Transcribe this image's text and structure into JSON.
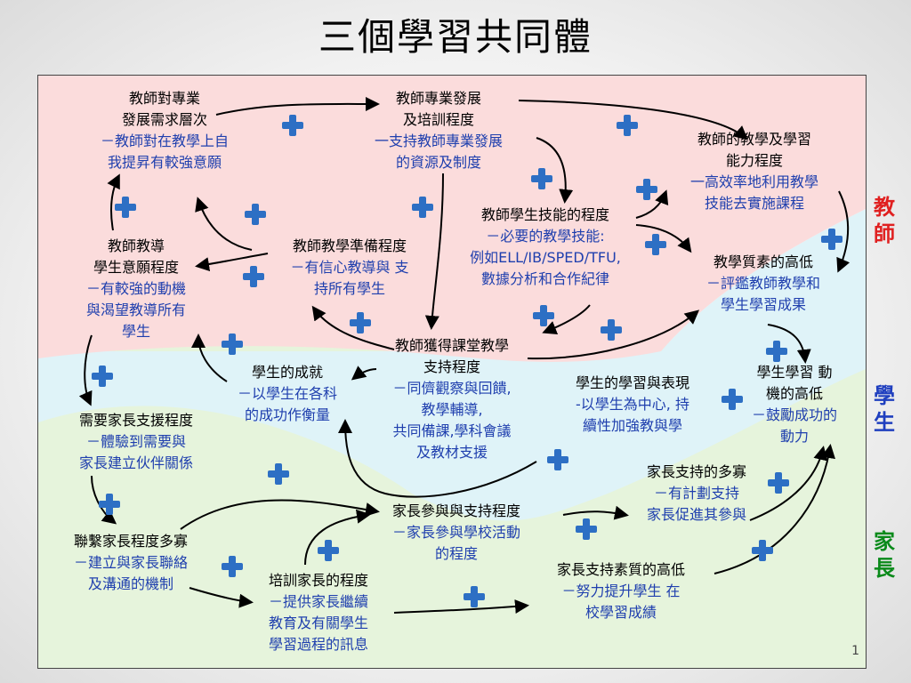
{
  "title": "三個學習共同體",
  "side_labels": {
    "teacher": {
      "text": "教師",
      "color": "#e02020"
    },
    "student": {
      "text": "學生",
      "color": "#1f3fbf"
    },
    "parent": {
      "text": "家長",
      "color": "#0a8a1a"
    }
  },
  "nodes": {
    "n1": {
      "l1": "教師對專業",
      "l2": "發展需求層次",
      "b1": "－教師對在教學上自",
      "b2": "我提昇有較強意願"
    },
    "n2": {
      "l1": "教師專業發展",
      "l2": "及培訓程度",
      "b1": "一支持教師專業發展",
      "b2": "的資源及制度"
    },
    "n3": {
      "l1": "教師的教學及學習",
      "l2": "能力程度",
      "b1": "一高效率地利用教學",
      "b2": "技能去實施課程"
    },
    "n4": {
      "l1": "教師教導",
      "l2": "學生意願程度",
      "b1": "－有較強的動機",
      "b2": "與渴望教導所有",
      "b3": "學生"
    },
    "n5": {
      "l1": "教師教學準備程度",
      "b1": "－有信心教導與  支",
      "b2": "持所有學生"
    },
    "n6": {
      "l1": "教師學生技能的程度",
      "b1": "－必要的教學技能:",
      "b2": "例如ELL/IB/SPED/TFU,",
      "b3": "數據分析和合作紀律"
    },
    "n7": {
      "l1": "教學質素的高低",
      "b1": "－評鑑教師教學和",
      "b2": "學生學習成果"
    },
    "n8": {
      "l1": "教師獲得課堂教學",
      "l2": "支持程度",
      "b1": "－同儕觀察與回饋,",
      "b2": "教學輔導,",
      "b3": "共同備課,學科會議",
      "b4": "及教材支援"
    },
    "n9": {
      "l1": "學生的成就",
      "b1": "－以學生在各科",
      "b2": "的成功作衡量"
    },
    "n10": {
      "l1": "學生的學習與表現",
      "b1": "-以學生為中心, 持",
      "b2": "續性加強教與學"
    },
    "n11": {
      "l1": "學生學習    動",
      "l2": "機的高低",
      "b1": "－鼓勵成功的",
      "b2": "動力"
    },
    "n12": {
      "l1": "需要家長支援程度",
      "b1": "－體驗到需要與",
      "b2": "家長建立伙伴關係"
    },
    "n13": {
      "l1": "家長支持的多寡",
      "b1": "－有計劃支持",
      "b2": "家長促進其參與"
    },
    "n14": {
      "l1": "家長參與與支持程度",
      "b1": "－家長參與學校活動",
      "b2": "的程度"
    },
    "n15": {
      "l1": "聯繫家長程度多寡",
      "b1": "－建立與家長聯絡",
      "b2": "及溝通的機制"
    },
    "n16": {
      "l1": "培訓家長的程度",
      "b1": "－提供家長繼續",
      "b2": "教育及有關學生",
      "b3": "學習過程的訊息"
    },
    "n17": {
      "l1": "家長支持素質的高低",
      "b1": "－努力提升學生   在",
      "b2": "校學習成績"
    }
  },
  "page_number": "1",
  "colors": {
    "teacher_band": "#fbdcdc",
    "student_band": "#dff3f8",
    "parent_band": "#e6f4dc",
    "plus": "#2d6fc4",
    "text_blue": "#1f3fae"
  }
}
